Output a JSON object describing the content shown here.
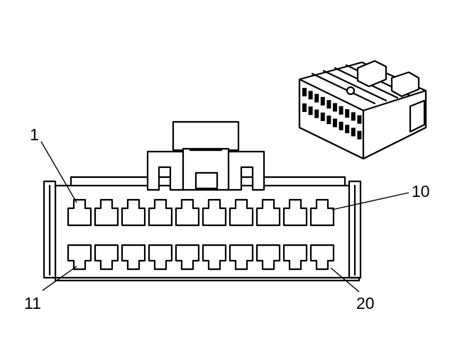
{
  "diagram": {
    "labels": {
      "pin_1": "1",
      "pin_10": "10",
      "pin_11": "11",
      "pin_20": "20"
    },
    "rows": [
      {
        "name": "top",
        "cavities": 10,
        "first_pin": 1
      },
      {
        "name": "bottom",
        "cavities": 10,
        "first_pin": 11
      }
    ]
  }
}
